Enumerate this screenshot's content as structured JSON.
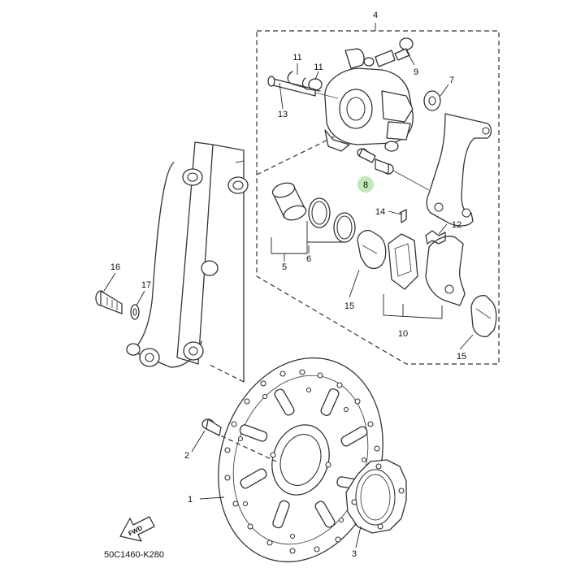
{
  "diagram": {
    "catalog_code": "50C1460-K280",
    "fwd_label": "FWD",
    "highlight_color": "#bfe8b8",
    "callouts": [
      {
        "id": "c1",
        "label": "1"
      },
      {
        "id": "c2",
        "label": "2"
      },
      {
        "id": "c3",
        "label": "3"
      },
      {
        "id": "c4",
        "label": "4"
      },
      {
        "id": "c5",
        "label": "5"
      },
      {
        "id": "c6",
        "label": "6"
      },
      {
        "id": "c7",
        "label": "7"
      },
      {
        "id": "c8",
        "label": "8",
        "highlighted": true
      },
      {
        "id": "c9",
        "label": "9"
      },
      {
        "id": "c10",
        "label": "10"
      },
      {
        "id": "c11a",
        "label": "11"
      },
      {
        "id": "c11b",
        "label": "11"
      },
      {
        "id": "c12",
        "label": "12"
      },
      {
        "id": "c13",
        "label": "13"
      },
      {
        "id": "c14",
        "label": "14"
      },
      {
        "id": "c15a",
        "label": "15"
      },
      {
        "id": "c15b",
        "label": "15"
      },
      {
        "id": "c16",
        "label": "16"
      },
      {
        "id": "c17",
        "label": "17"
      }
    ]
  }
}
